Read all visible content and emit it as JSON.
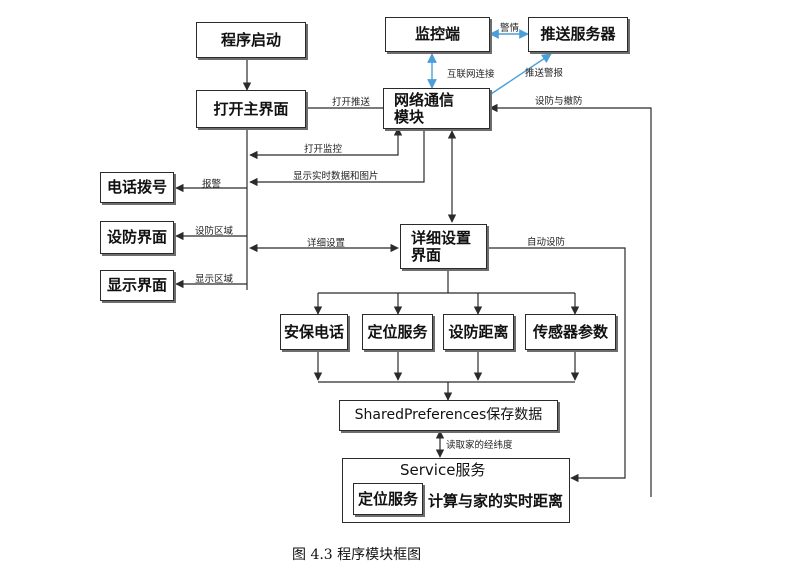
{
  "boxes": {
    "program_start": "程序启动",
    "monitor_client": "监控端",
    "push_server": "推送服务器",
    "open_main": "打开主界面",
    "network_module": "网络通信\n模块",
    "phone_dial": "电话拨号",
    "defense_ui": "设防界面",
    "display_ui": "显示界面",
    "detail_settings": "详细设置\n界面",
    "security_phone": "安保电话",
    "location_service": "定位服务",
    "defense_distance": "设防距离",
    "sensor_params": "传感器参数",
    "shared_prefs": "SharedPreferences保存数据",
    "service": "Service服务",
    "inner_location": "定位服务",
    "realtime_distance": "计算与家的实时距离"
  },
  "labels": {
    "alarm_info": "警情",
    "internet_connect": "互联网连接",
    "push_alarm": "推送警报",
    "open_push": "打开推送",
    "arm_disarm": "设防与撤防",
    "open_monitor": "打开监控",
    "show_realtime": "显示实时数据和图片",
    "alarm": "报警",
    "defense_area": "设防区域",
    "display_area": "显示区域",
    "detail_set": "详细设置",
    "auto_defense": "自动设防",
    "read_home_coords": "读取家的经纬度"
  },
  "caption": "图 4.3  程序模块框图",
  "colors": {
    "arrow": "#2b2b2b",
    "network_arrow": "#4a9fd8",
    "box_border": "#2b2b2b",
    "shadow": "#6d6d6d"
  }
}
